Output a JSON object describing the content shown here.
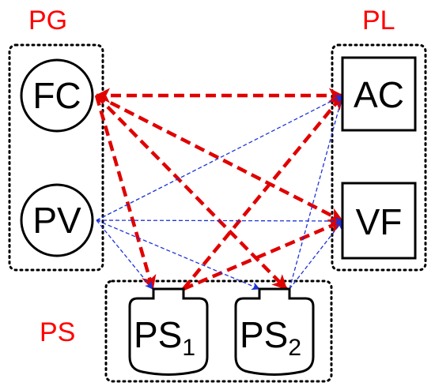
{
  "colors": {
    "group_label": "#ff0000",
    "strong_edge": "#e00000",
    "weak_edge": "#1f33d6",
    "outline": "#000000"
  },
  "groups": {
    "pg": {
      "label": "PG"
    },
    "pl": {
      "label": "PL"
    },
    "ps": {
      "label": "PS"
    }
  },
  "nodes": {
    "fc": {
      "label": "FC",
      "shape": "circle"
    },
    "pv": {
      "label": "PV",
      "shape": "circle"
    },
    "ac": {
      "label": "AC",
      "shape": "square"
    },
    "vf": {
      "label": "VF",
      "shape": "square"
    },
    "ps1": {
      "label": "PS",
      "sub": "1",
      "shape": "jar"
    },
    "ps2": {
      "label": "PS",
      "sub": "2",
      "shape": "jar"
    }
  },
  "edges": [
    {
      "from": "ac",
      "to": "fc",
      "style": "strong",
      "bidirectional": true
    },
    {
      "from": "fc",
      "to": "vf",
      "style": "strong"
    },
    {
      "from": "fc",
      "to": "ps1",
      "style": "strong"
    },
    {
      "from": "fc",
      "to": "ps2",
      "style": "strong"
    },
    {
      "from": "ps1",
      "to": "ac",
      "style": "strong"
    },
    {
      "from": "ps1",
      "to": "vf",
      "style": "strong"
    },
    {
      "from": "pv",
      "to": "ac",
      "style": "weak"
    },
    {
      "from": "pv",
      "to": "vf",
      "style": "weak"
    },
    {
      "from": "pv",
      "to": "ps1",
      "style": "weak"
    },
    {
      "from": "pv",
      "to": "ps2",
      "style": "weak"
    },
    {
      "from": "ps2",
      "to": "ac",
      "style": "weak"
    },
    {
      "from": "ps2",
      "to": "vf",
      "style": "weak"
    }
  ]
}
